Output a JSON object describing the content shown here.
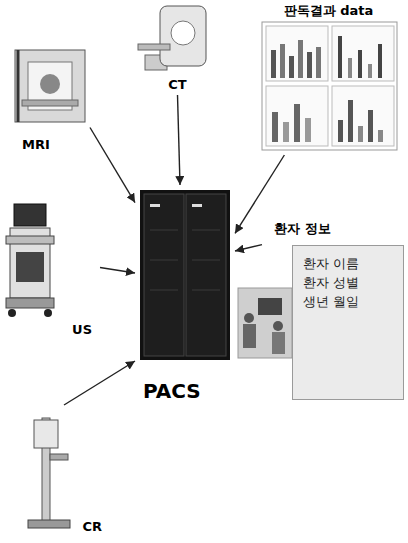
{
  "diagram": {
    "nodes": [
      {
        "text": [
          "CT"
        ]
      },
      {
        "text": [
          "판독결과 data"
        ]
      },
      {
        "text": [
          "MRI"
        ]
      },
      {
        "text": [
          "환자 정보",
          "환자 이름",
          "환자 성별",
          "생년 월일"
        ]
      },
      {
        "text": [
          "US"
        ]
      },
      {
        "text": [
          "PACS"
        ]
      },
      {
        "text": [
          "CR"
        ]
      }
    ],
    "edges": [
      {
        "from": 0,
        "to": 5,
        "arrow": "to"
      },
      {
        "from": 1,
        "to": 5,
        "arrow": "to"
      },
      {
        "from": 2,
        "to": 5,
        "arrow": "to"
      },
      {
        "from": 3,
        "to": 5,
        "arrow": "to"
      },
      {
        "from": 4,
        "to": 5,
        "arrow": "to"
      },
      {
        "from": 6,
        "to": 5,
        "arrow": "to"
      }
    ]
  }
}
